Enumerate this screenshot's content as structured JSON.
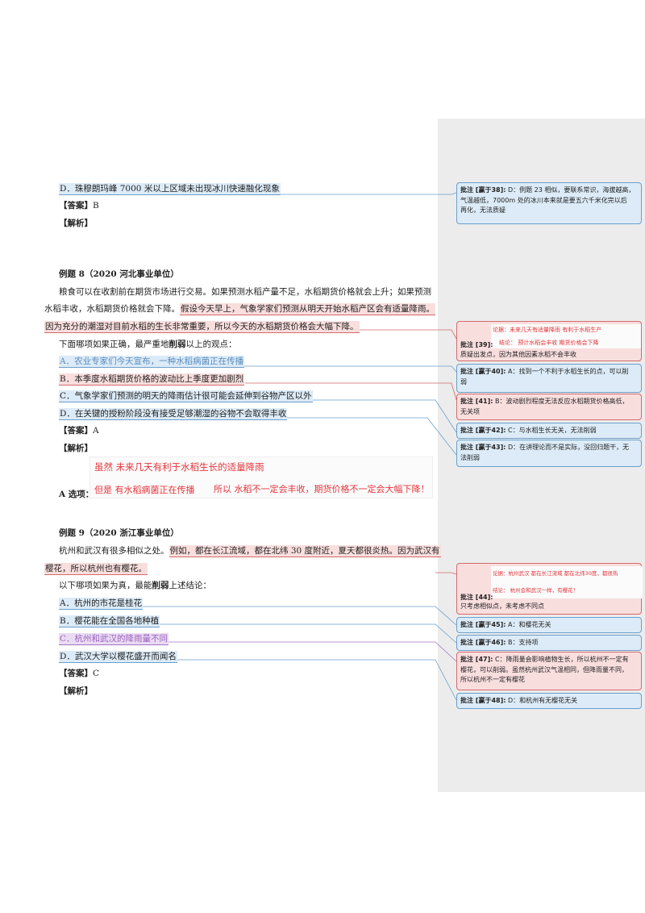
{
  "q7": {
    "option_d": "D．珠穆朗玛峰 7000 米以上区域未出现冰川快速融化现象",
    "answer_label": "【答案】",
    "answer_value": "B",
    "analysis_label": "【解析】"
  },
  "q8": {
    "heading": "例题 8（2020 河北事业单位）",
    "para1_a": "粮食可以在收割前在期货市场进行交易。如果预测水稻产量不足，水稻期货价格就会上升；如果预测",
    "para1_b_plain": "水稻丰收，水稻期货价格就会下降。",
    "para1_b_hl": "假设今天早上，气象学家们预测从明天开始水稻产区会有适量降雨。",
    "para1_c": "因为充分的潮湿对目前水稻的生长非常重要，所以今天的水稻期货价格会大幅下降。",
    "question_a": "下面哪项如果正确，最严重地",
    "question_bold": "削弱",
    "question_b": "以上的观点：",
    "opt_a": "A．农业专家们今天宣布，一种水稻病菌正在传播",
    "opt_b": "B．本季度水稻期货价格的波动比上季度更加剧烈",
    "opt_c": "C．气象学家们预测的明天的降雨估计很可能会延伸到谷物产区以外",
    "opt_d": "D．在关键的授粉阶段没有接受足够潮湿的谷物不会取得丰收",
    "answer_label": "【答案】",
    "answer_value": "A",
    "analysis_label": "【解析】",
    "pic_line1": "虽然 未来几天有利于水稻生长的适量降雨",
    "pic_line2_a": "但是  有水稻病菌正在传播",
    "pic_line2_b": "所以 水稻不一定会丰收，期货价格不一定会大幅下降！",
    "pic_caption": "A 选项："
  },
  "q9": {
    "heading": "例题 9（2020 浙江事业单位）",
    "para1_plain": "杭州和武汉有很多相似之处。",
    "para1_hl": "例如，都在长江流域，都在北纬 30 度附近，夏天都很炎热。因为武汉有",
    "para1_b": "樱花，所以杭州也有樱花。",
    "question_a": "以下哪项如果为真，最能",
    "question_bold": "削弱",
    "question_b": "上述结论：",
    "opt_a": "A．杭州的市花是桂花",
    "opt_b": "B．樱花能在全国各地种植",
    "opt_c": "C．杭州和武汉的降雨量不同",
    "opt_d": "D．武汉大学以樱花盛开而闻名",
    "answer_label": "【答案】",
    "answer_value": "C",
    "analysis_label": "【解析】"
  },
  "comments": {
    "c38": {
      "label": "批注 [赢于38]:",
      "text1": " D：例题 23 相似，要联系常识，海拔越高，",
      "text2": "气温越低，7000m 处的冰川本来就是要五六千米化完以后",
      "text3": "再化，无法质疑"
    },
    "c39": {
      "label": "批注 [39]:",
      "img1_a": "论据：未来几天有适量降雨",
      "img1_b": "有利于水稻生产",
      "img2_a": "结论：",
      "img2_b": "预计水稻会丰收",
      "img2_c": "期货价格会下降",
      "text": "质疑出发点，因为其他因素水稻不会丰收"
    },
    "c40": {
      "label": "批注 [赢于40]:",
      "text1": " A：找到一个不利于水稻生长的点，可以削",
      "text2": "弱"
    },
    "c41": {
      "label": "批注 [41]:",
      "text1": " B：波动剧烈程度无法反应水稻期货价格高低，",
      "text2": "无关项"
    },
    "c42": {
      "label": "批注 [赢于42]:",
      "text1": " C：与水稻生长无关，无法削弱"
    },
    "c43": {
      "label": "批注 [赢于43]:",
      "text1": " D：在讲理论而不是实际，没回归题干，无",
      "text2": "法削弱"
    },
    "c44": {
      "label": "批注 [44]:",
      "img1_a": "论据：杭州武汉  都在长江流域  都在北纬30度，都很热",
      "img2_a": "结论：",
      "img2_b": "杭州会和武汉一样，有樱花！",
      "text": "只考虑相似点，未考虑不同点"
    },
    "c45": {
      "label": "批注 [赢于45]:",
      "text1": " A：和樱花无关"
    },
    "c46": {
      "label": "批注 [赢于46]:",
      "text1": " B：支持项"
    },
    "c47": {
      "label": "批注 [47]:",
      "text1": " C：降雨量会影响植物生长，所以杭州不一定有",
      "text2": "樱花，可以削弱。虽然杭州武汉气温相同，但降雨量不同，",
      "text3": "所以杭州不一定有樱花"
    },
    "c48": {
      "label": "批注 [赢于48]:",
      "text1": " D：和杭州有无樱花无关"
    }
  },
  "colors": {
    "comment_blue": "#dcebf7",
    "comment_red": "#f9dede",
    "annotation_red": "#e6343a",
    "sidebar": "#ececec"
  }
}
